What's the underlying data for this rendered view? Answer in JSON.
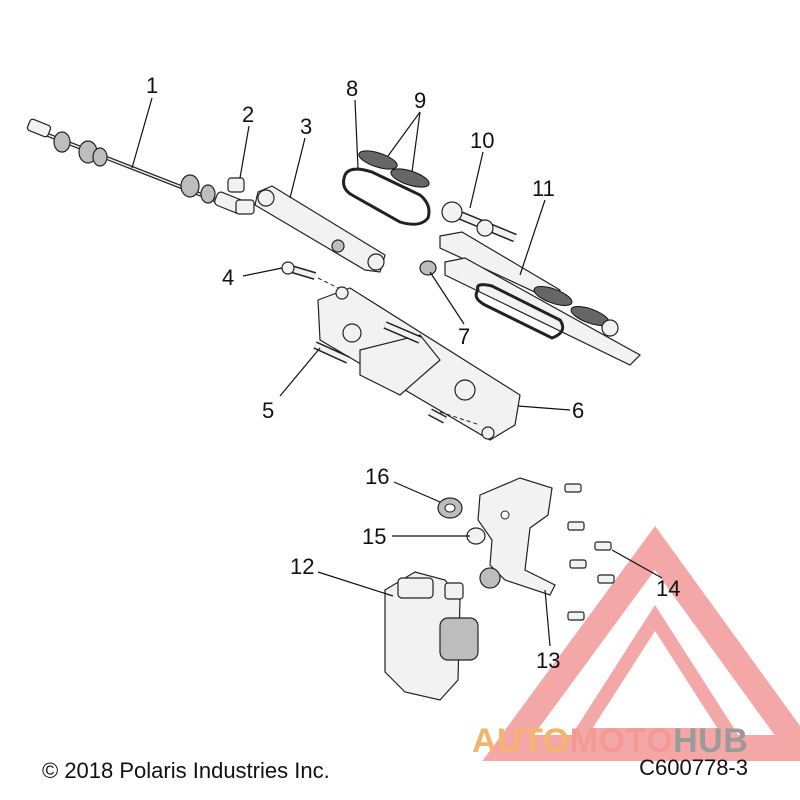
{
  "callouts": [
    {
      "label": "1"
    },
    {
      "label": "2"
    },
    {
      "label": "3"
    },
    {
      "label": "4"
    },
    {
      "label": "5"
    },
    {
      "label": "6"
    },
    {
      "label": "7"
    },
    {
      "label": "8"
    },
    {
      "label": "9"
    },
    {
      "label": "10"
    },
    {
      "label": "11"
    },
    {
      "label": "12"
    },
    {
      "label": "13"
    },
    {
      "label": "14"
    },
    {
      "label": "15"
    },
    {
      "label": "16"
    }
  ],
  "footer": {
    "copyright": "© 2018 Polaris Industries Inc.",
    "figure_id": "C600778-3"
  },
  "watermark": {
    "part1": "AUTO",
    "part2": "MOTO",
    "part3": "HUB",
    "colors": {
      "auto": "#f5b46b",
      "moto": "#f49a93",
      "hub": "#9a9a9a",
      "triangle": "#f08a8a"
    }
  }
}
